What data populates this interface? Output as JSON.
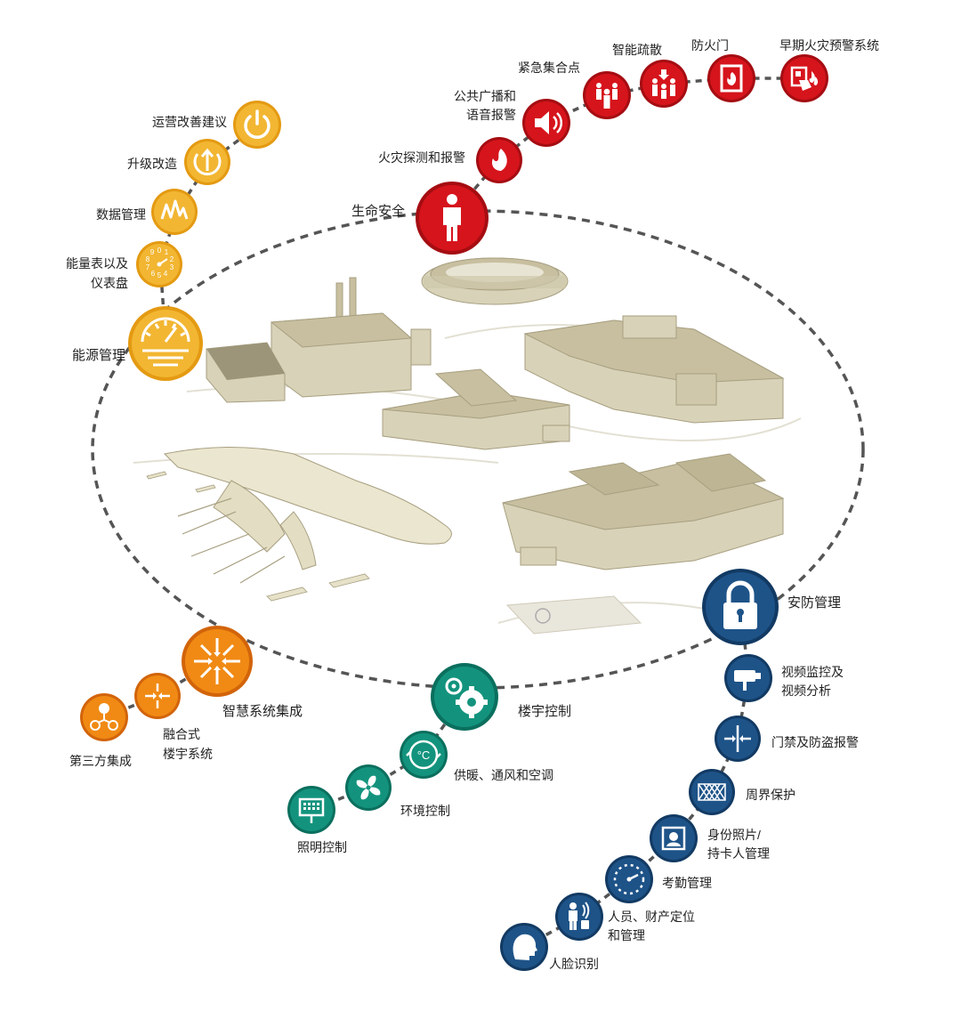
{
  "colors": {
    "energy": "#f2b632",
    "energy_dark": "#e49a12",
    "life": "#d6141c",
    "life_dark": "#a50d12",
    "integration": "#f08a14",
    "integration_dark": "#d2640a",
    "building": "#13937d",
    "building_dark": "#0b6f5e",
    "security": "#1e5388",
    "security_dark": "#123a63",
    "building_shape": "#d8d2b8",
    "building_roof": "#c7bf9f",
    "dash_line": "#555555"
  },
  "energy": {
    "main": "能源管理",
    "meters": [
      "能量表以及",
      "仪表盘"
    ],
    "data": "数据管理",
    "upgrade": "升级改造",
    "advice": "运营改善建议"
  },
  "life_safety": {
    "main": "生命安全",
    "fire_detect": "火灾探测和报警",
    "pa": [
      "公共广播和",
      "语音报警"
    ],
    "assembly": "紧急集合点",
    "evac": "智能疏散",
    "fire_door": "防火门",
    "early_warn": "早期火灾预警系统"
  },
  "integration": {
    "main": "智慧系统集成",
    "converged": [
      "融合式",
      "楼宇系统"
    ],
    "third_party": "第三方集成"
  },
  "building_control": {
    "main": "楼宇控制",
    "hvac": "供暖、通风和空调",
    "env": "环境控制",
    "lighting": "照明控制",
    "hvac_icon_text": "°C"
  },
  "security": {
    "main": "安防管理",
    "video": [
      "视频监控及",
      "视频分析"
    ],
    "access": "门禁及防盗报警",
    "perimeter": "周界保护",
    "id": [
      "身份照片/",
      "持卡人管理"
    ],
    "attendance": "考勤管理",
    "tracking": [
      "人员、财产定位",
      "和管理"
    ],
    "face": "人脸识别"
  },
  "icons": {
    "energy_main": "gauge-icon",
    "meters": "dial-meter-icon",
    "data": "waveform-icon",
    "upgrade": "refresh-up-icon",
    "advice": "power-icon",
    "life_main": "person-icon",
    "fire_detect": "flame-icon",
    "pa": "speaker-icon",
    "assembly": "group-icon",
    "evac": "evacuation-icon",
    "fire_door": "fire-door-icon",
    "early_warn": "hand-fire-icon",
    "integ_main": "converge-arrows-icon",
    "converged": "merge-arrows-icon",
    "third_party": "network-nodes-icon",
    "bc_main": "gears-icon",
    "hvac": "thermostat-icon",
    "env": "fan-icon",
    "lighting": "light-panel-icon",
    "sec_main": "padlock-icon",
    "video": "cctv-camera-icon",
    "access": "door-arrows-icon",
    "perimeter": "fence-icon",
    "id": "id-badge-icon",
    "attendance": "clock-icon",
    "tracking": "person-tracking-icon",
    "face": "face-profile-icon"
  }
}
